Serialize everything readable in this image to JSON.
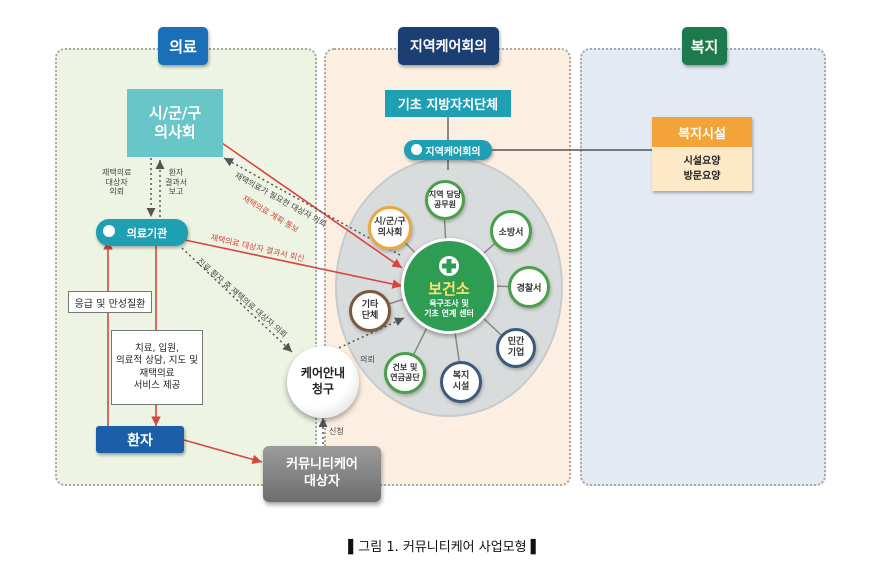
{
  "headers": {
    "medical": "의료",
    "conference": "지역케어회의",
    "welfare": "복지"
  },
  "medical": {
    "association": "시/군/구\n의사회",
    "institution_pill": "의료기관",
    "emergency_box": "응급 및 만성질환",
    "services_box": "치료, 입원,\n의료적 상담, 지도 및\n재택의료\n서비스 제공",
    "patient": "환자",
    "note_homecare_left": "재택의료\n대상자\n의뢰",
    "note_report_left": "환자\n결과서\n보고"
  },
  "conference": {
    "local_gov": "기초 지방자치단체",
    "meeting_pill": "지역케어회의",
    "center_title": "보건소",
    "center_sub": "욕구조사 및\n기초 연계 센터",
    "nodes": {
      "official": "지역 담당\n공무원",
      "association": "시/군/구\n의사회",
      "fire": "소방서",
      "police": "경찰서",
      "private": "민간\n기업",
      "welfare_facility": "복지\n시설",
      "insurance": "건보 및\n연금공단",
      "other": "기타\n단체"
    },
    "care_request": "케어안내\n청구",
    "target": "커뮤니티케어\n대상자",
    "note_apply": "신청",
    "note_refer": "의뢰"
  },
  "welfare": {
    "facility_title": "복지시설",
    "facility_items": "시설요양\n방문요양"
  },
  "arrows": {
    "homecare_needed": "재택의료가 필요한 대상자 의뢰",
    "plan_notice": "재택의료 계획 통보",
    "result_report": "재택의료 대상자 결과서 회신",
    "refer_after_care": "진료 환자 중 재택의료 대상자 의뢰"
  },
  "caption": "▌그림 1.  커뮤니티케어  사업모형 ▌",
  "colors": {
    "medical_blue": "#1a6fb8",
    "conference_navy": "#1c3f73",
    "welfare_green": "#1d7a4f",
    "teal": "#68c6c9",
    "teal_dark": "#1e9fb3",
    "welfare_orange": "#f2a33a",
    "arrow_red": "#d9453c"
  }
}
